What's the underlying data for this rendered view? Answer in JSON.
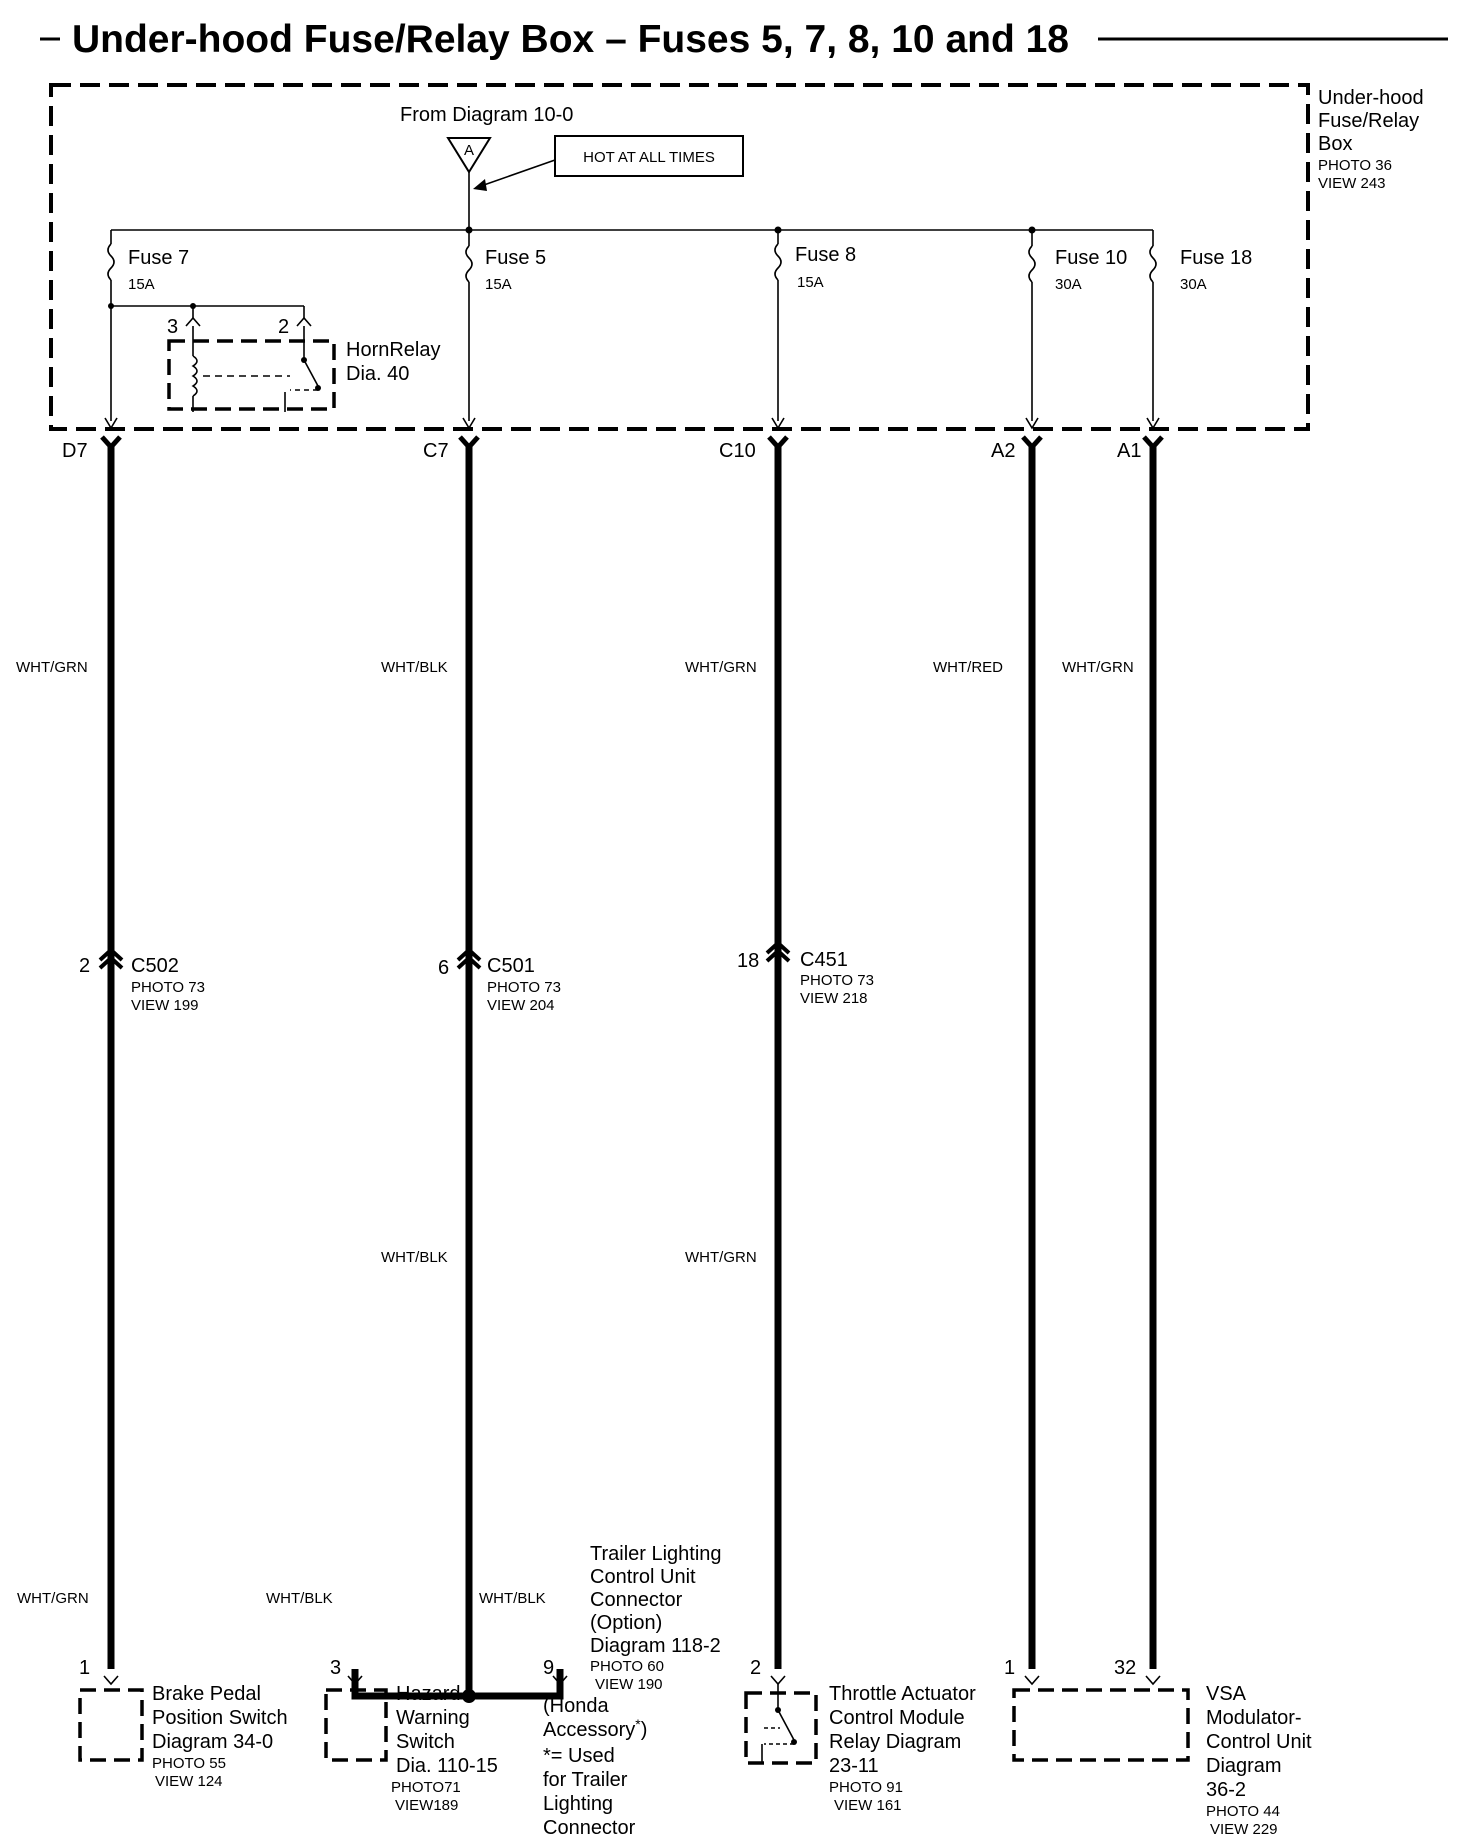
{
  "header": {
    "title": "Under-hood Fuse/Relay Box – Fuses 5, 7, 8, 10 and 18"
  },
  "box": {
    "name_lines": [
      "Under-hood",
      "Fuse/Relay",
      "Box"
    ],
    "photo": "PHOTO 36",
    "view": "VIEW 243"
  },
  "source": {
    "from": "From Diagram 10-0",
    "marker": "A",
    "note": "HOT AT ALL TIMES"
  },
  "fuses": [
    {
      "name": "Fuse 7",
      "rating": "15A",
      "terminal": "D7"
    },
    {
      "name": "Fuse 5",
      "rating": "15A",
      "terminal": "C7"
    },
    {
      "name": "Fuse 8",
      "rating": "15A",
      "terminal": "C10"
    },
    {
      "name": "Fuse 10",
      "rating": "30A",
      "terminal": "A2"
    },
    {
      "name": "Fuse 18",
      "rating": "30A",
      "terminal": "A1"
    }
  ],
  "horn_relay": {
    "name": "HornRelay",
    "ref": "Dia. 40",
    "pin_left": "3",
    "pin_right": "2"
  },
  "wires": {
    "d7_upper": "WHT/GRN",
    "c7_upper": "WHT/BLK",
    "c10_upper": "WHT/GRN",
    "a2_upper": "WHT/RED",
    "a1_upper": "WHT/GRN",
    "c7_mid": "WHT/BLK",
    "c10_mid": "WHT/GRN",
    "d7_lower": "WHT/GRN",
    "hazard_branch": "WHT/BLK",
    "trailer_branch": "WHT/BLK"
  },
  "connectors": [
    {
      "pin": "2",
      "name": "C502",
      "photo": "PHOTO 73",
      "view": "VIEW 199"
    },
    {
      "pin": "6",
      "name": "C501",
      "photo": "PHOTO 73",
      "view": "VIEW 204"
    },
    {
      "pin": "18",
      "name": "C451",
      "photo": "PHOTO 73",
      "view": "VIEW 218"
    }
  ],
  "components": {
    "brake": {
      "pin": "1",
      "lines": [
        "Brake Pedal",
        "Position Switch",
        "Diagram 34-0"
      ],
      "photo": "PHOTO 55",
      "view": "VIEW 124"
    },
    "hazard": {
      "pin": "3",
      "lines": [
        "Hazard",
        "Warning",
        "Switch",
        "Dia. 110-15"
      ],
      "photo": "PHOTO71",
      "view": "VIEW189"
    },
    "trailer": {
      "pin": "9",
      "lines": [
        "Trailer Lighting",
        "Control Unit",
        "Connector",
        "(Option)",
        "Diagram 118-2"
      ],
      "photo": "PHOTO 60",
      "view": "VIEW 190",
      "note_prefix": "(Honda",
      "note_accessory": "Accessory",
      "note_star": "*",
      "note_close": ")",
      "note_lines": [
        "*= Used",
        "for Trailer",
        "Lighting",
        "Connector"
      ]
    },
    "throttle": {
      "pin": "2",
      "lines": [
        "Throttle Actuator",
        "Control Module",
        "Relay Diagram",
        "23-11"
      ],
      "photo": "PHOTO 91",
      "view": "VIEW 161"
    },
    "vsa": {
      "pin_left": "1",
      "pin_right": "32",
      "lines": [
        "VSA",
        "Modulator-",
        "Control Unit",
        "Diagram",
        "36-2"
      ],
      "photo": "PHOTO 44",
      "view": "VIEW 229"
    }
  }
}
